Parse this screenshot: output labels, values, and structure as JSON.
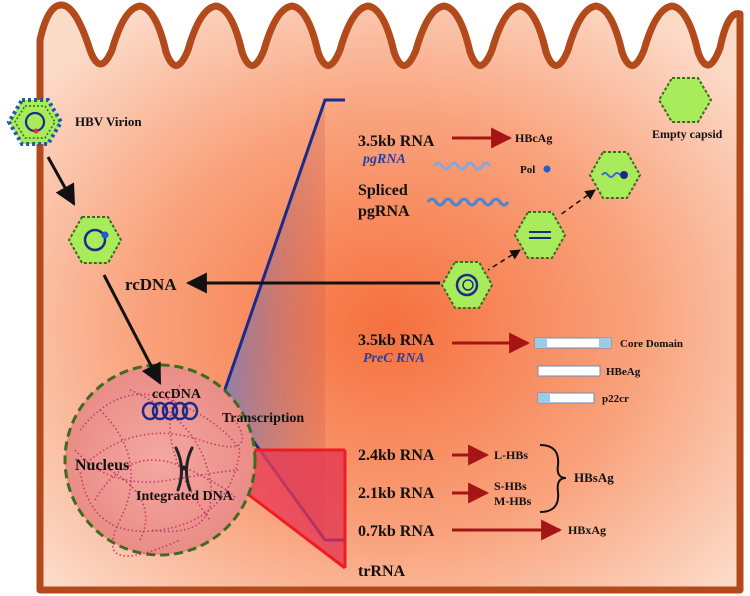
{
  "labels": {
    "hbv_virion": "HBV Virion",
    "rcdna": "rcDNA",
    "cccdna": "cccDNA",
    "transcription": "Transcription",
    "nucleus": "Nucleus",
    "integrated_dna": "Integrated DNA",
    "empty_capsid": "Empty capsid",
    "rna_35_a": "3.5kb RNA",
    "pgrna": "pgRNA",
    "hbcag": "HBcAg",
    "pol": "Pol",
    "spliced_1": "Spliced",
    "spliced_2": "pgRNA",
    "rna_35_b": "3.5kb RNA",
    "prec_rna": "PreC RNA",
    "core_domain": "Core Domain",
    "hbeag": "HBeAg",
    "p22cr": "p22cr",
    "rna_24": "2.4kb RNA",
    "l_hbs": "L-HBs",
    "rna_21": "2.1kb RNA",
    "s_hbs": "S-HBs",
    "m_hbs": "M-HBs",
    "hbsag": "HBsAg",
    "rna_07": "0.7kb RNA",
    "hbxag": "HBxAg",
    "trrna": "trRNA"
  },
  "colors": {
    "cell_fill_center": "#f77a4c",
    "cell_fill_edge": "#fcd9c6",
    "cell_border": "#b24a1b",
    "capsid_fill": "#a8ec5c",
    "arrow_red": "#a51515",
    "wedge_blue": "#1b2b8a",
    "wedge_red": "#ee1c24",
    "nucleus_border": "#3e6b1f"
  }
}
